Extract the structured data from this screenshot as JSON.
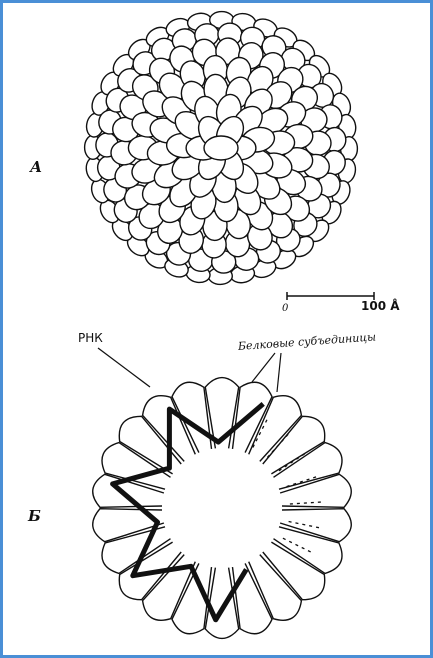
{
  "labels": {
    "panel_a": "А",
    "panel_b": "Б",
    "rna": "РНК",
    "protein_subunits": "Белковые субъединицы"
  },
  "scale_bar": {
    "zero": "0",
    "value": "100 Å"
  },
  "colors": {
    "border": "#4a8fd6",
    "ink": "#111111"
  }
}
